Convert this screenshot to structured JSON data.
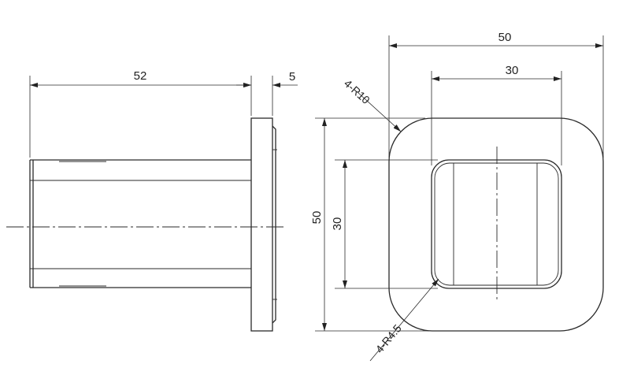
{
  "drawing": {
    "side_view": {
      "length_dim": "52",
      "flange_dim": "5"
    },
    "front_view": {
      "outer_width_dim": "50",
      "inner_width_dim": "30",
      "outer_height_dim": "50",
      "inner_height_dim": "30",
      "outer_radius_note": "4-R10",
      "inner_radius_note": "4-R4.5"
    }
  }
}
